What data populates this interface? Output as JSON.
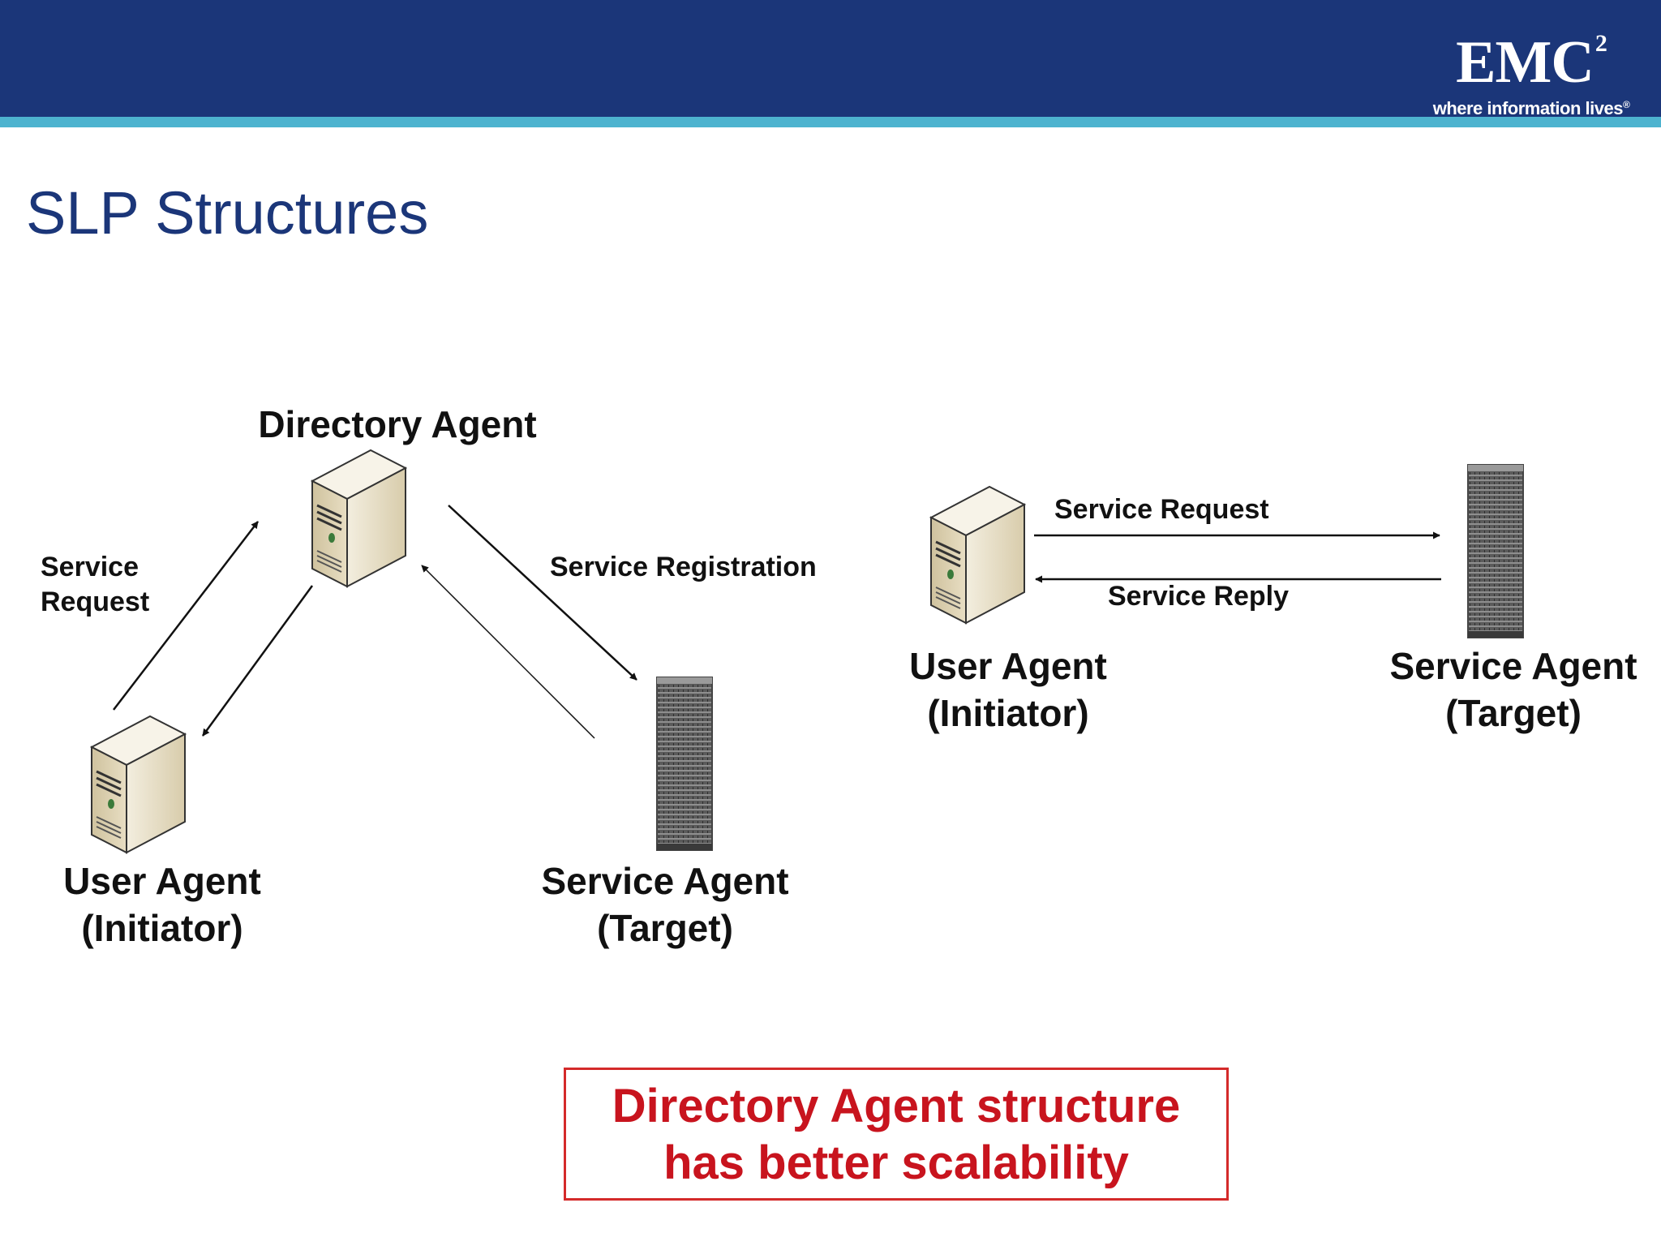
{
  "header": {
    "logo_main": "EMC",
    "logo_superscript": "2",
    "logo_tagline": "where information lives",
    "logo_mark": "®",
    "bar_color": "#1b3679",
    "stripe_color": "#4db3cf"
  },
  "title": "SLP Structures",
  "left_diagram": {
    "directory_agent": "Directory Agent",
    "user_agent_line1": "User Agent",
    "user_agent_line2": "(Initiator)",
    "service_agent_line1": "Service Agent",
    "service_agent_line2": "(Target)",
    "service_request_line1": "Service",
    "service_request_line2": "Request",
    "service_registration": "Service Registration"
  },
  "right_diagram": {
    "service_request": "Service Request",
    "service_reply": "Service Reply",
    "user_agent_line1": "User Agent",
    "user_agent_line2": "(Initiator)",
    "service_agent_line1": "Service Agent",
    "service_agent_line2": "(Target)"
  },
  "takeaway": {
    "line1": "Directory Agent structure",
    "line2": "has better scalability",
    "color": "#c8141e"
  }
}
